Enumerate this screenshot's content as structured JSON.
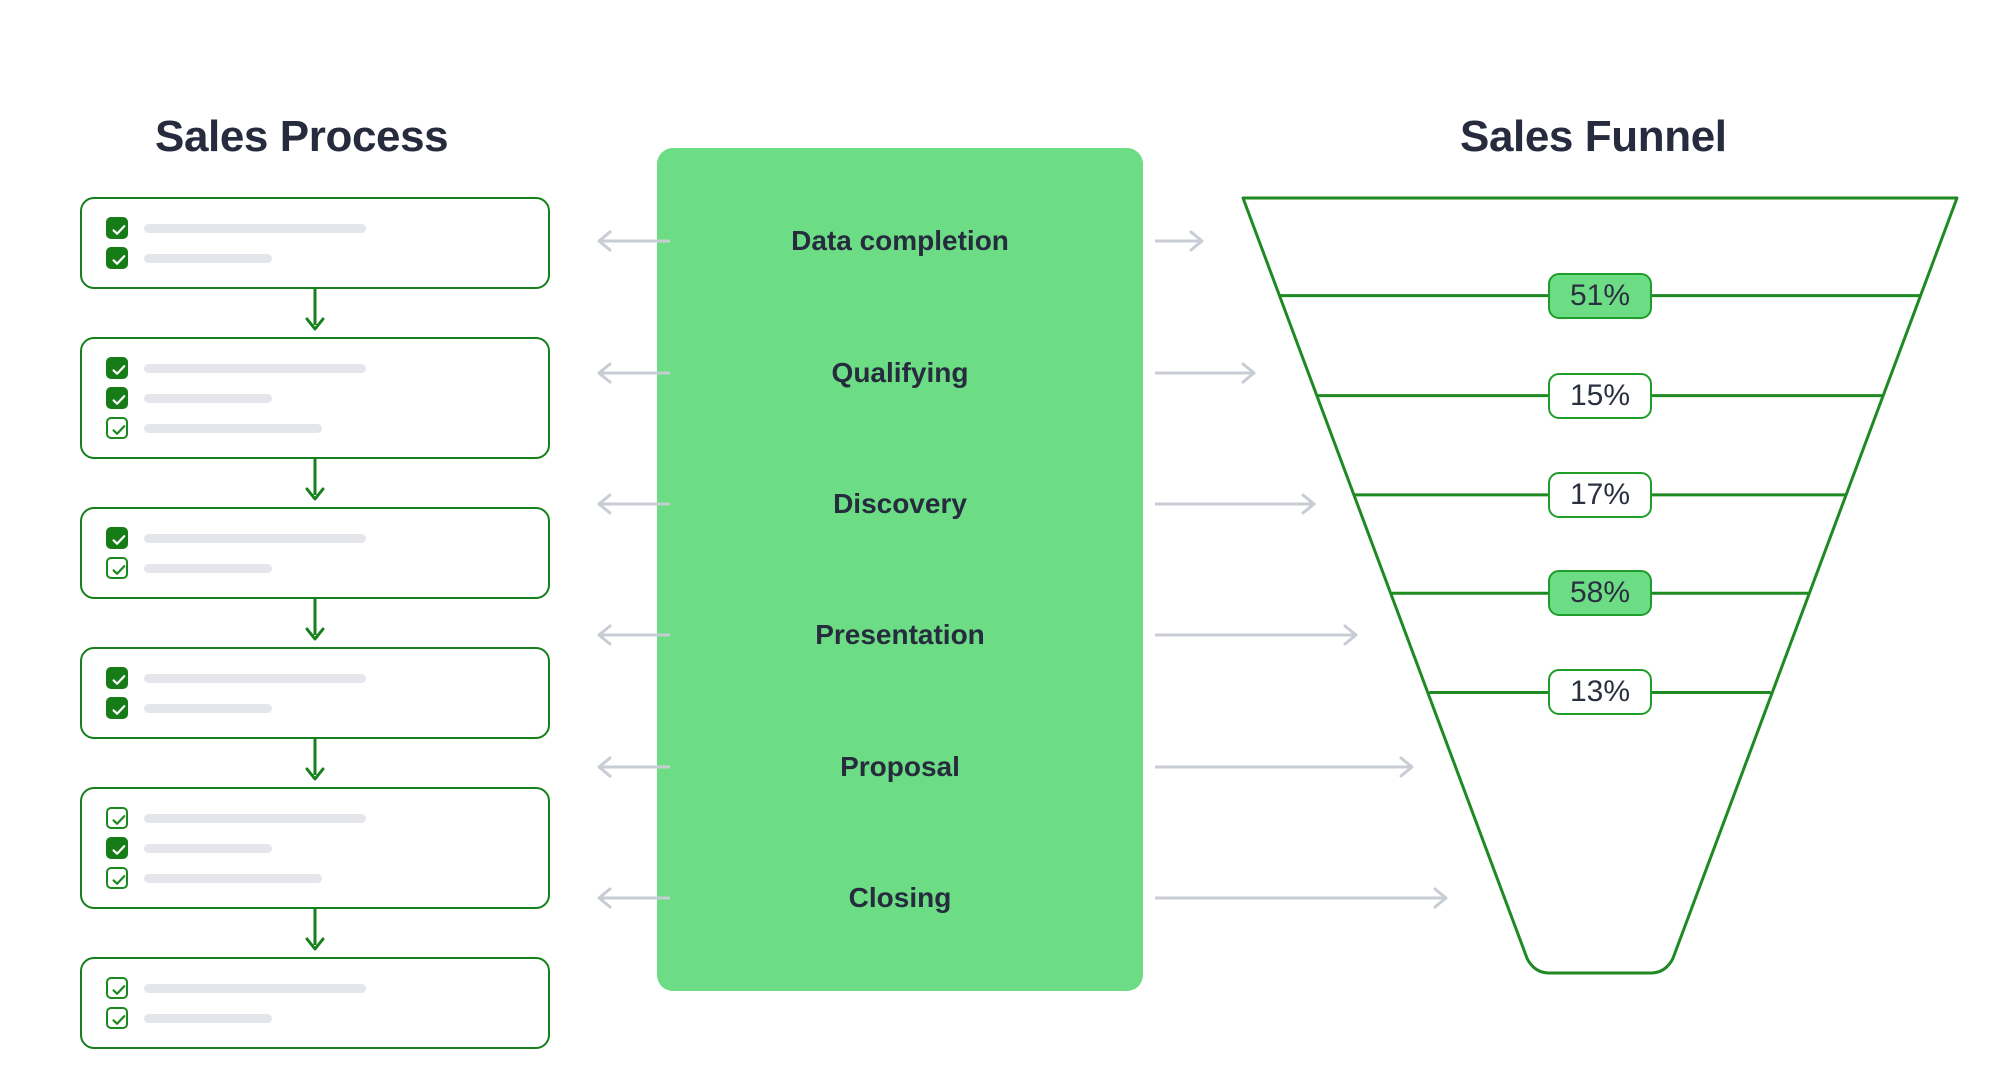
{
  "headings": {
    "left": "Sales Process",
    "right": "Sales Funnel"
  },
  "colors": {
    "panel_green": "#6cdd84",
    "outline_green": "#15801c",
    "funnel_green": "#1f8a22",
    "text_dark": "#262b3e",
    "bar_gray": "#e4e6ec",
    "arrow_gray": "#c8ccd4"
  },
  "process": {
    "steps": [
      {
        "name": "step-1",
        "items": [
          {
            "state": "checked-filled",
            "bar": "long"
          },
          {
            "state": "checked-filled",
            "bar": "short"
          }
        ]
      },
      {
        "name": "step-2",
        "items": [
          {
            "state": "checked-filled",
            "bar": "long"
          },
          {
            "state": "checked-filled",
            "bar": "short"
          },
          {
            "state": "checked-outline",
            "bar": "mid"
          }
        ]
      },
      {
        "name": "step-3",
        "items": [
          {
            "state": "checked-filled",
            "bar": "long"
          },
          {
            "state": "checked-outline",
            "bar": "short"
          }
        ]
      },
      {
        "name": "step-4",
        "items": [
          {
            "state": "checked-filled",
            "bar": "long"
          },
          {
            "state": "checked-filled",
            "bar": "short"
          }
        ]
      },
      {
        "name": "step-5",
        "items": [
          {
            "state": "checked-outline",
            "bar": "long"
          },
          {
            "state": "checked-filled",
            "bar": "short"
          },
          {
            "state": "checked-outline",
            "bar": "mid"
          }
        ]
      },
      {
        "name": "step-6",
        "items": [
          {
            "state": "checked-outline",
            "bar": "long"
          },
          {
            "state": "checked-outline",
            "bar": "short"
          }
        ]
      }
    ]
  },
  "stages": {
    "labels": [
      "Data completion",
      "Qualifying",
      "Discovery",
      "Presentation",
      "Proposal",
      "Closing"
    ]
  },
  "chart_data": {
    "type": "funnel",
    "title": "Sales Funnel",
    "stage_labels": [
      "Data completion",
      "Qualifying",
      "Discovery",
      "Presentation",
      "Proposal",
      "Closing"
    ],
    "categories": [
      "Qualifying",
      "Discovery",
      "Presentation",
      "Proposal",
      "Closing"
    ],
    "values": [
      51,
      15,
      17,
      58,
      13
    ],
    "value_suffix": "%",
    "highlighted": [
      true,
      false,
      false,
      true,
      false
    ],
    "xlabel": "",
    "ylabel": "",
    "legend": "none",
    "grid": false
  },
  "icons": {
    "check": "check-icon",
    "arrow_left": "arrow-left-icon",
    "arrow_right": "arrow-right-icon",
    "arrow_down": "arrow-down-icon"
  }
}
